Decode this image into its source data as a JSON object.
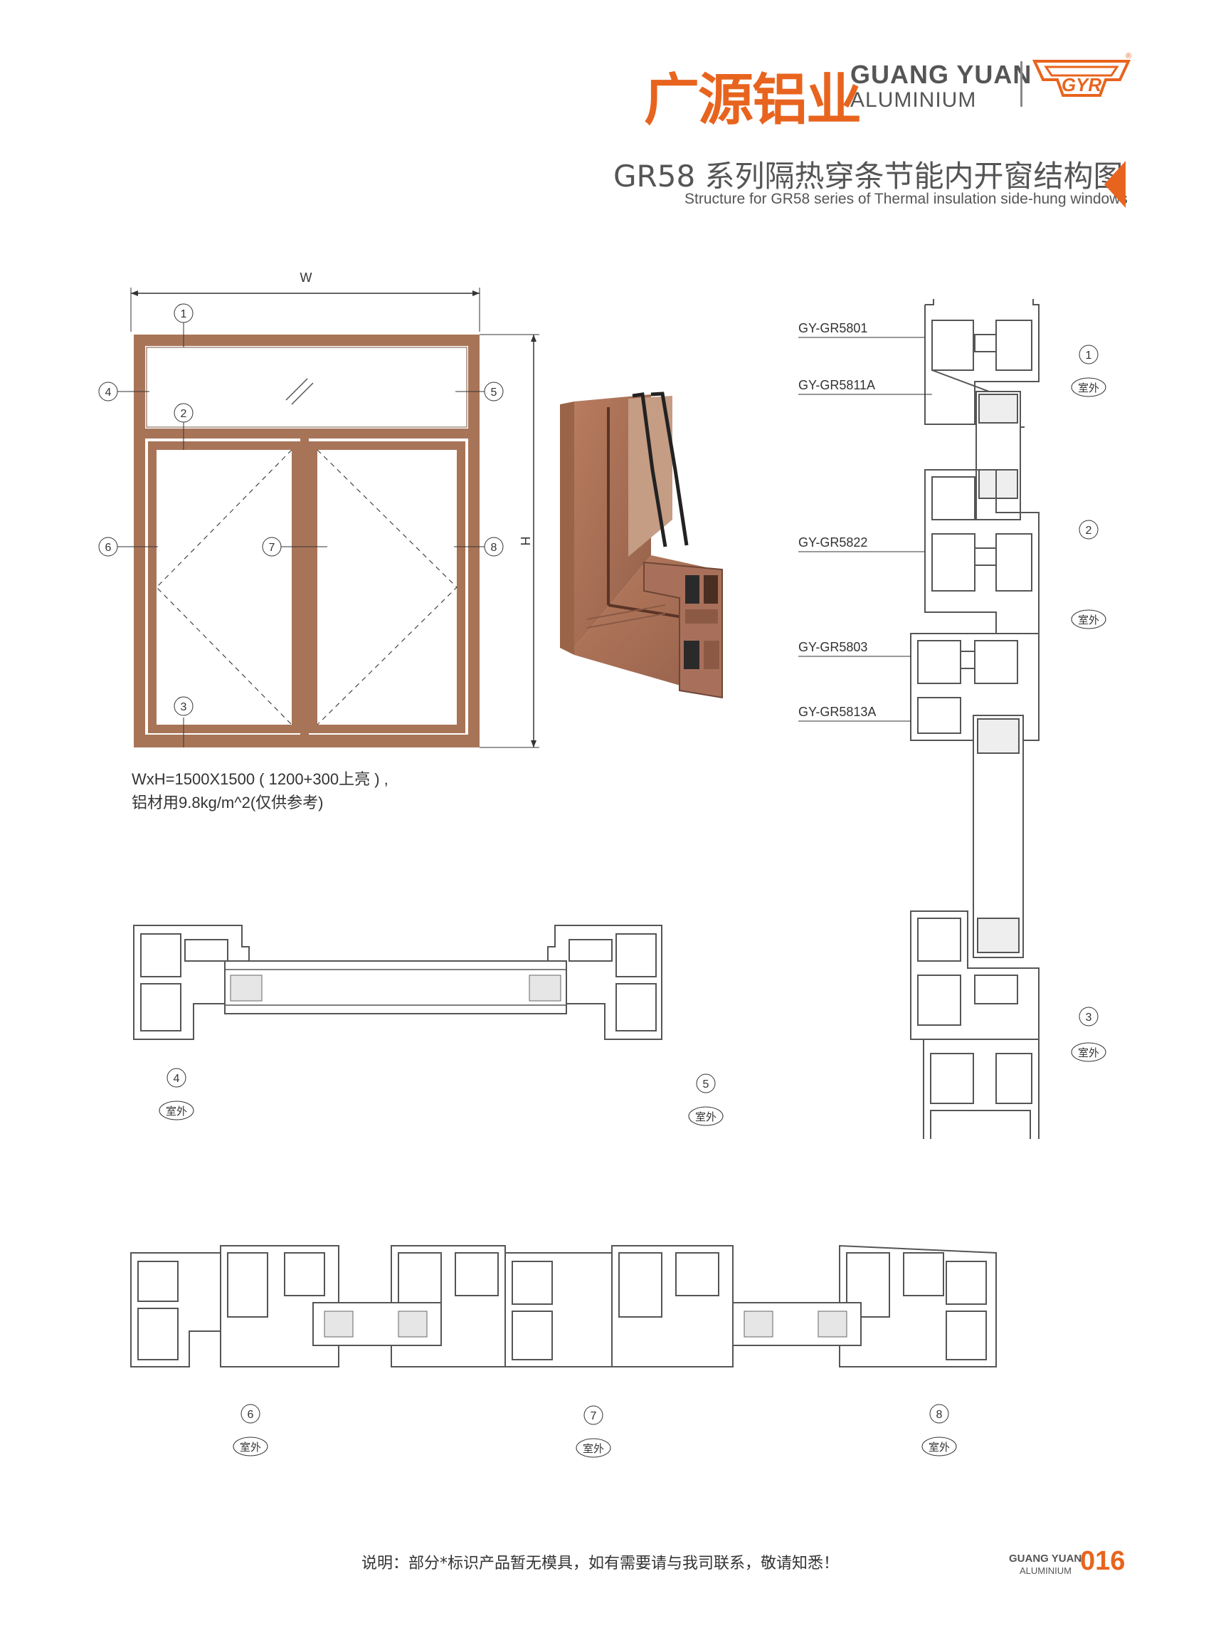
{
  "header": {
    "brand_cn": "广源铝业",
    "brand_en_line1": "GUANG YUAN",
    "brand_en_line2": "ALUMINIUM",
    "logo_text": "GYR",
    "registered_mark": "®",
    "title_cn": "GR58 系列隔热穿条节能内开窗结构图",
    "title_en": "Structure for GR58 series of Thermal insulation side-hung windows",
    "accent_color": "#e8641e"
  },
  "elevation": {
    "width_label": "W",
    "height_label": "H",
    "markers": [
      "1",
      "2",
      "3",
      "4",
      "5",
      "6",
      "7",
      "8"
    ],
    "frame_color": "#a87458",
    "size_line1": "WxH=1500X1500 ( 1200+300上亮 ) ,",
    "size_line2": "铝材用9.8kg/m^2(仅供参考)"
  },
  "vertical_section": {
    "profiles": [
      "GY-GR5801",
      "GY-GR5811A",
      "GY-GR5822",
      "GY-GR5803",
      "GY-GR5813A"
    ],
    "markers": [
      "1",
      "2",
      "3"
    ],
    "outdoor_label": "室外"
  },
  "horizontal_section_top": {
    "markers": [
      "4",
      "5"
    ],
    "outdoor_label": "室外"
  },
  "horizontal_section_bottom": {
    "markers": [
      "6",
      "7",
      "8"
    ],
    "outdoor_label": "室外"
  },
  "footer": {
    "note": "说明：部分*标识产品暂无模具，如有需要请与我司联系，敬请知悉！",
    "brand_line1": "GUANG YUAN",
    "brand_line2": "ALUMINIUM",
    "page_number": "016"
  }
}
